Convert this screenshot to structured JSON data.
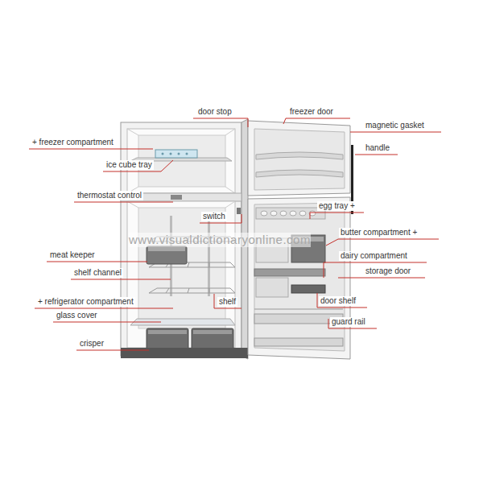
{
  "diagram": {
    "labels": [
      "door stop",
      "freezer door",
      "+ freezer compartment",
      "magnetic gasket",
      "handle",
      "ice cube tray",
      "thermostat control",
      "switch",
      "egg tray +",
      "butter compartment +",
      "meat keeper",
      "dairy compartment",
      "shelf channel",
      "storage door",
      "+ refrigerator compartment",
      "shelf",
      "door shelf",
      "glass cover",
      "guard rail",
      "crisper",
      "www.visualdictionaryonline.com"
    ]
  }
}
